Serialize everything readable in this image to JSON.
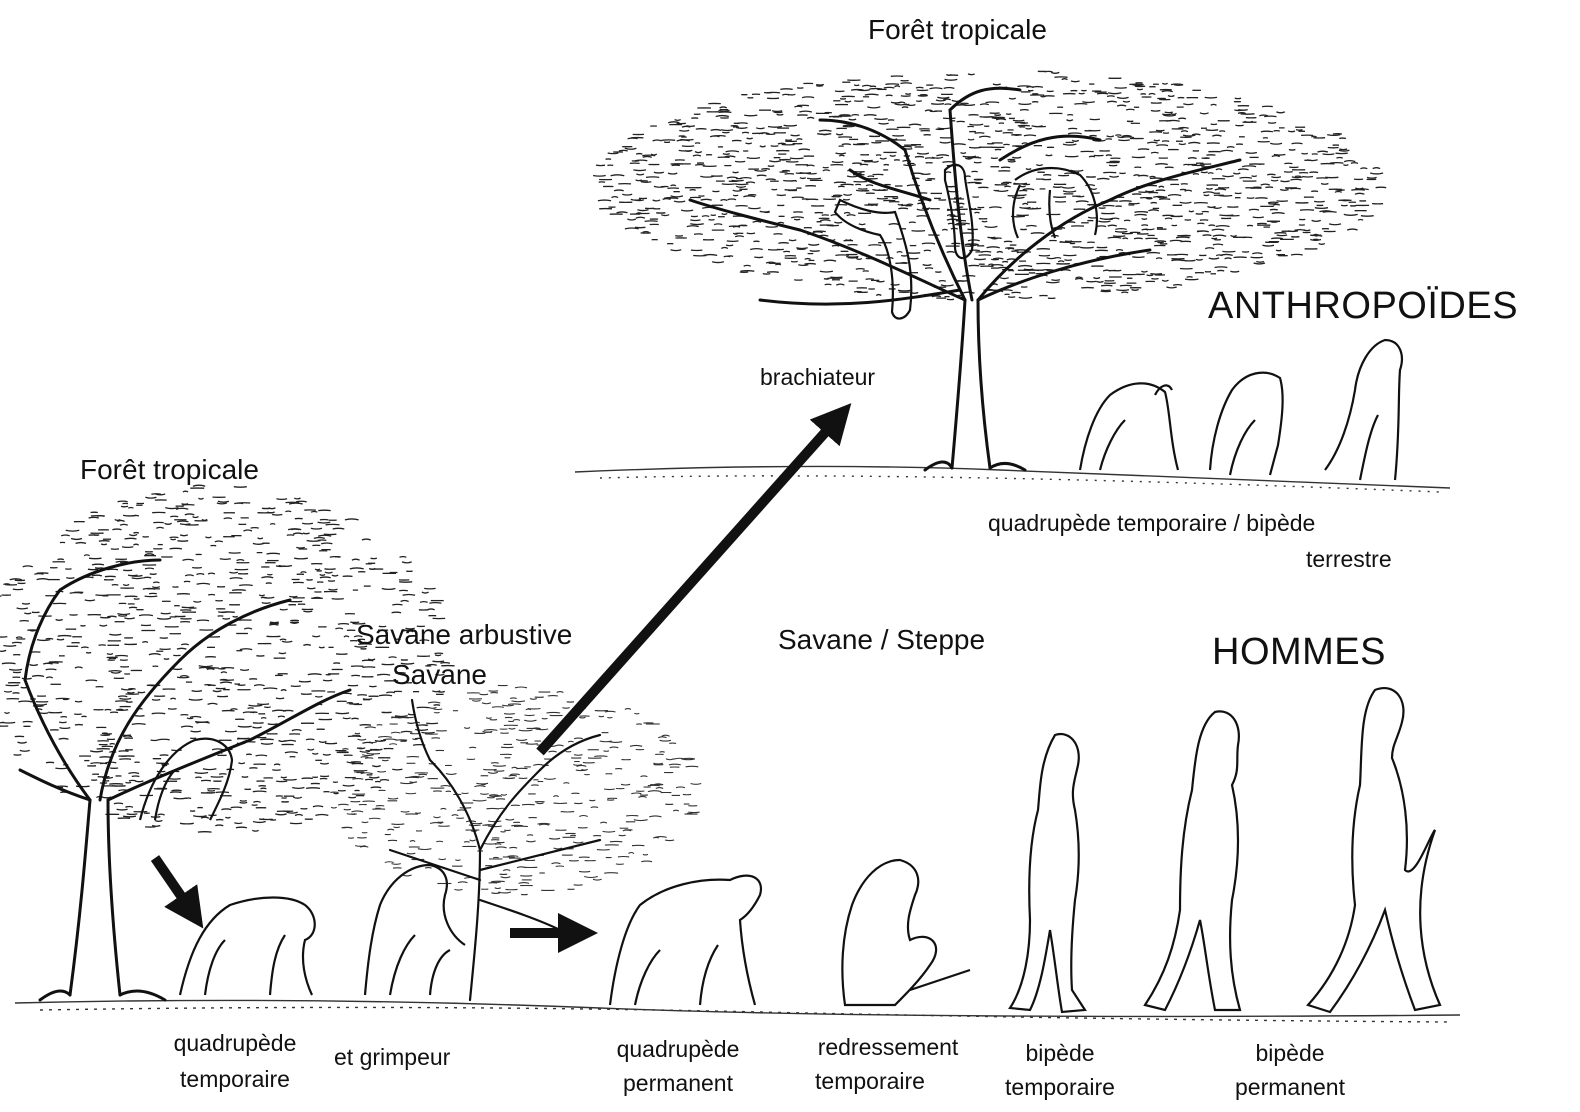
{
  "habitats": {
    "forest_top": "Forêt tropicale",
    "forest_left": "Forêt tropicale",
    "savanna_shrub_line1": "Savane arbustive",
    "savanna_shrub_line2": "Savane",
    "savanna_steppe": "Savane / Steppe"
  },
  "groups": {
    "apes": "ANTHROPOÏDES",
    "humans": "HOMMES"
  },
  "locomotion": {
    "brachiator": "brachiateur",
    "apes_line1": "quadrupède temporaire / bipède",
    "apes_line2": "terrestre",
    "quad_temp_line1": "quadrupède",
    "quad_temp_line2": "temporaire",
    "climber": "et   grimpeur",
    "quad_perm_line1": "quadrupède",
    "quad_perm_line2": "permanent",
    "upright_line1": "redressement",
    "upright_line2": "temporaire",
    "biped_temp_line1": "bipède",
    "biped_temp_line2": "temporaire",
    "biped_perm_line1": "bipède",
    "biped_perm_line2": "permanent"
  },
  "colors": {
    "ink": "#111111",
    "background": "#ffffff"
  }
}
